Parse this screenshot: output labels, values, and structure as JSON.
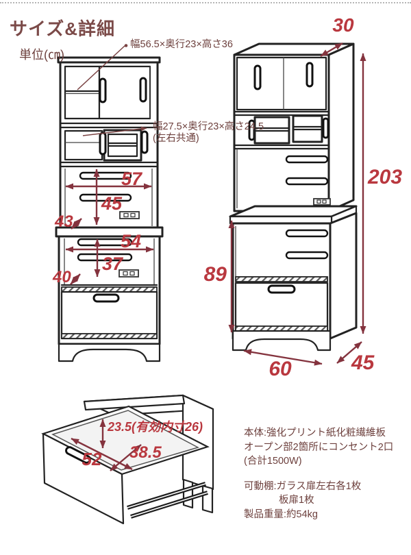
{
  "page": {
    "title": "サイズ&詳細",
    "unit_label": "単位(㎝)"
  },
  "callouts": {
    "upper_cabinet": "幅56.5×奥行23×高さ36",
    "mid_cabinet_line1": "幅27.5×奥行23×高さ24.5",
    "mid_cabinet_line2": "(左右共通)"
  },
  "front_view": {
    "upper_width": "57",
    "upper_height": "45",
    "upper_depth": "43",
    "lower_width": "54",
    "lower_height": "37",
    "lower_depth": "40"
  },
  "side_view": {
    "top_depth": "30",
    "total_height": "203",
    "lower_height": "89",
    "width": "60",
    "depth": "45"
  },
  "drawer_view": {
    "inner_height": "23.5(有効内寸26)",
    "inner_width": "52",
    "inner_depth": "38.5"
  },
  "specs": {
    "line1": "本体:強化プリント紙化粧繊維板",
    "line2": "オープン部2箇所にコンセント2口",
    "line3": "(合計1500W)",
    "line4": "可動棚:ガラス扉左右各1枚",
    "line5": "板扉1枚",
    "line6": "製品重量:約54kg"
  },
  "colors": {
    "accent_arrow": "#84333e",
    "dimension_number": "#b9383f",
    "maroon_text": "#6d403d"
  }
}
